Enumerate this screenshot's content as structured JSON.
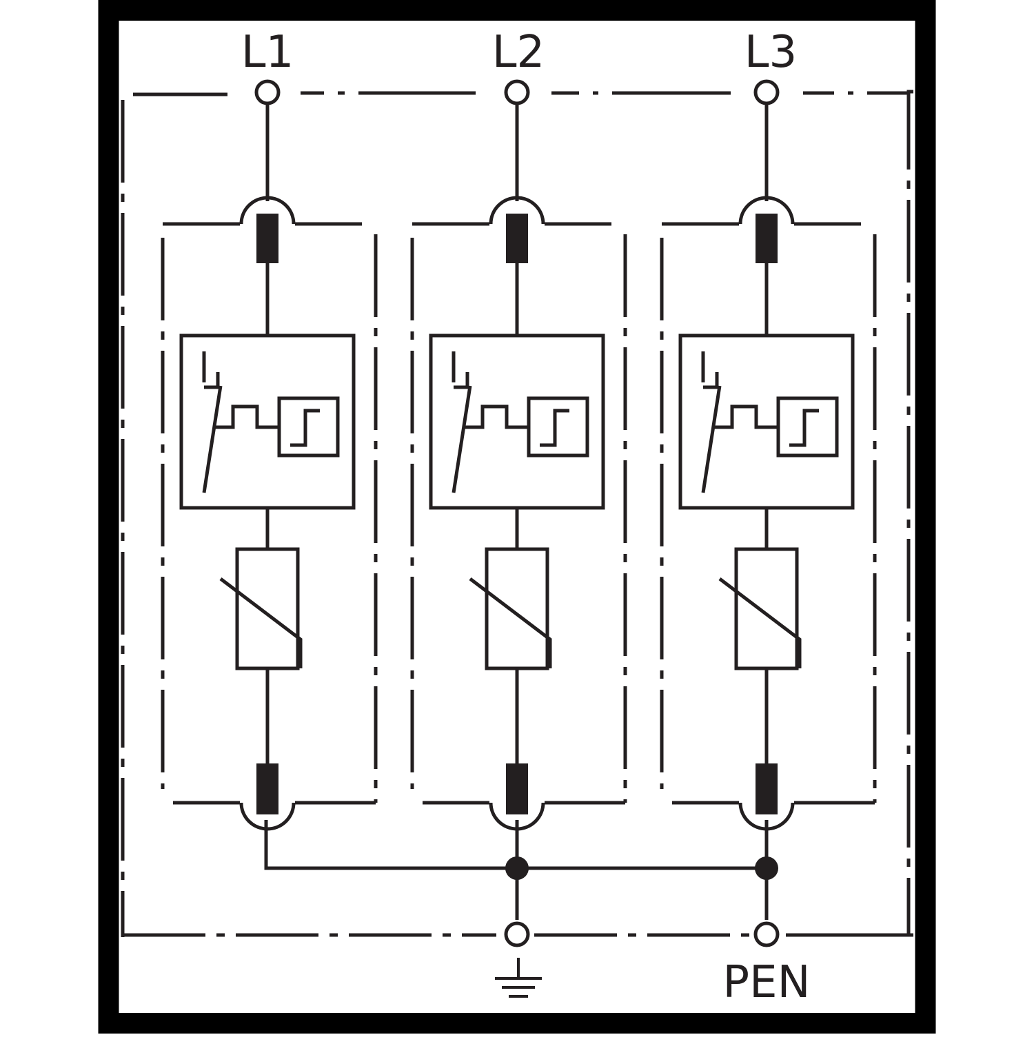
{
  "diagram": {
    "terminals_top": [
      {
        "label": "L1"
      },
      {
        "label": "L2"
      },
      {
        "label": "L3"
      }
    ],
    "terminals_bottom": [
      {
        "label": "",
        "icon": "ground-icon"
      },
      {
        "label": "PEN"
      }
    ],
    "colors": {
      "line": "#231f20",
      "frame": "#000000",
      "background": "#ffffff"
    }
  }
}
